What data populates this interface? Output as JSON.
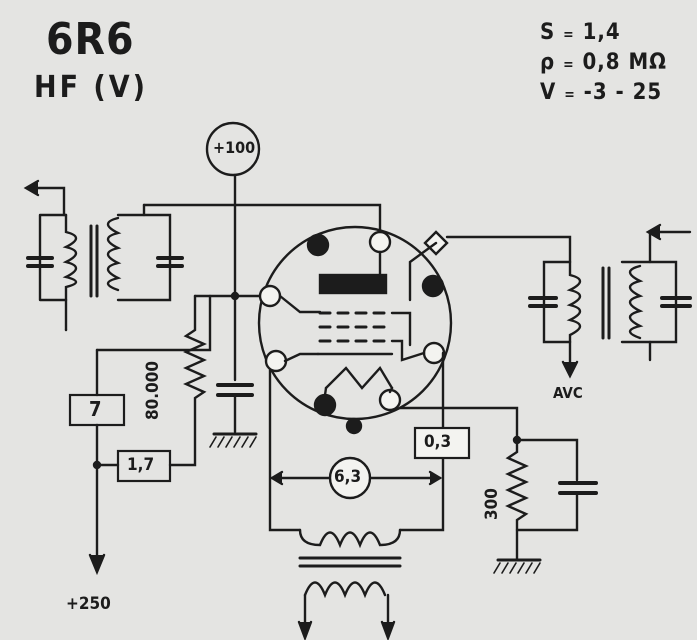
{
  "tube": {
    "name": "6R6",
    "function": "HF (V)"
  },
  "specs": [
    {
      "symbol": "S",
      "value": "1,4"
    },
    {
      "symbol": "ρ",
      "value": "0,8 MΩ"
    },
    {
      "symbol": "V",
      "value": "-3 - 25"
    }
  ],
  "labels": {
    "screen_voltage": "+100",
    "anode_supply": "+250",
    "resistor_7": "7",
    "resistor_1_7": "1,7",
    "resistor_80000": "80.000",
    "resistor_300": "300",
    "heater_current": "0,3",
    "heater_voltage": "6,3",
    "avc": "AVC"
  }
}
